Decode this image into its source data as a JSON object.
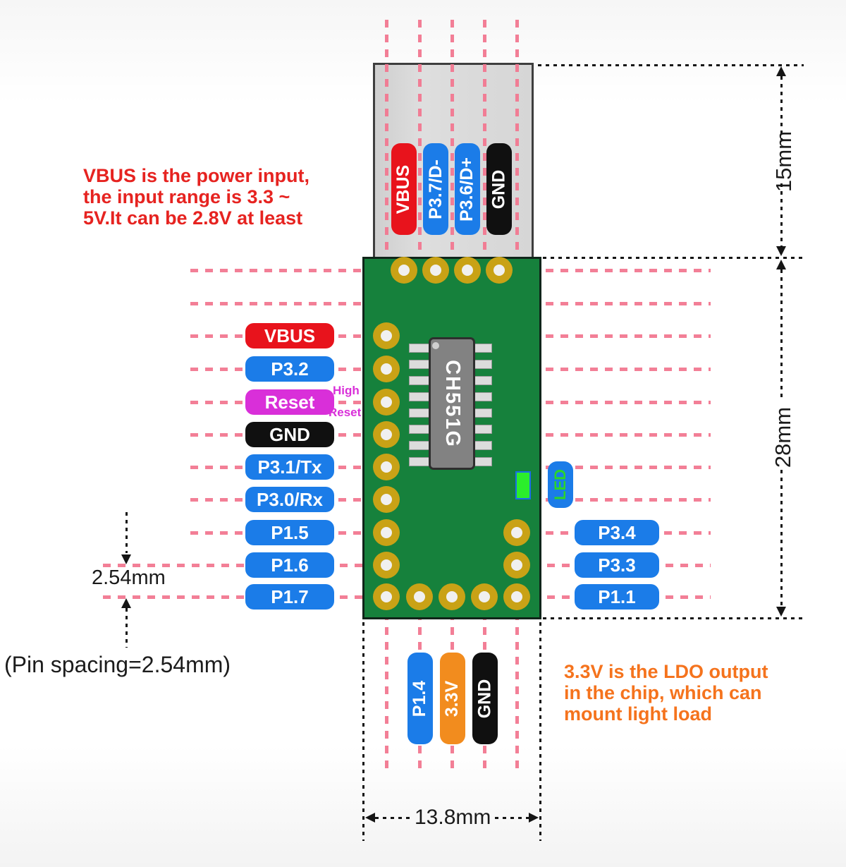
{
  "chip": {
    "label": "CH551G"
  },
  "led": {
    "label": "LED"
  },
  "usb_pins": [
    {
      "label": "VBUS",
      "color": "red"
    },
    {
      "label": "P3.7/D-",
      "color": "blue"
    },
    {
      "label": "P3.6/D+",
      "color": "blue"
    },
    {
      "label": "GND",
      "color": "black"
    }
  ],
  "left_pins": [
    {
      "label": "VBUS",
      "color": "red"
    },
    {
      "label": "P3.2",
      "color": "blue"
    },
    {
      "label": "Reset",
      "color": "magenta"
    },
    {
      "label": "GND",
      "color": "black"
    },
    {
      "label": "P3.1/Tx",
      "color": "blue"
    },
    {
      "label": "P3.0/Rx",
      "color": "blue"
    },
    {
      "label": "P1.5",
      "color": "blue"
    },
    {
      "label": "P1.6",
      "color": "blue"
    },
    {
      "label": "P1.7",
      "color": "blue"
    }
  ],
  "right_pins": [
    {
      "label": "P3.4",
      "color": "blue"
    },
    {
      "label": "P3.3",
      "color": "blue"
    },
    {
      "label": "P1.1",
      "color": "blue"
    }
  ],
  "bottom_pins": [
    {
      "label": "P1.4",
      "color": "blue"
    },
    {
      "label": "3.3V",
      "color": "orange"
    },
    {
      "label": "GND",
      "color": "black"
    }
  ],
  "reset_hint": {
    "line1": "High",
    "line2": "Reset"
  },
  "notes": {
    "vbus": [
      "VBUS is the power input,",
      "the input range is 3.3 ~",
      "5V.It can be 2.8V at least"
    ],
    "ldo": [
      "3.3V is the LDO output",
      "in the chip, which can",
      "mount light load"
    ],
    "pin_spacing": "(Pin spacing=2.54mm)"
  },
  "dimensions": {
    "usb_height": "15mm",
    "board_height": "28mm",
    "board_width": "13.8mm",
    "pin_pitch": "2.54mm"
  },
  "colors": {
    "red": "#e8131c",
    "blue": "#1b7ce8",
    "magenta": "#d92fd9",
    "black": "#101010",
    "orange": "#f28c1e",
    "pcb_green": "#16813c",
    "pad_gold": "#c9a216",
    "pink_dash": "#f27891",
    "led_green": "#2bee2b",
    "chip_gray": "#828282",
    "note_red": "#e62320",
    "note_orange": "#f5731d"
  }
}
